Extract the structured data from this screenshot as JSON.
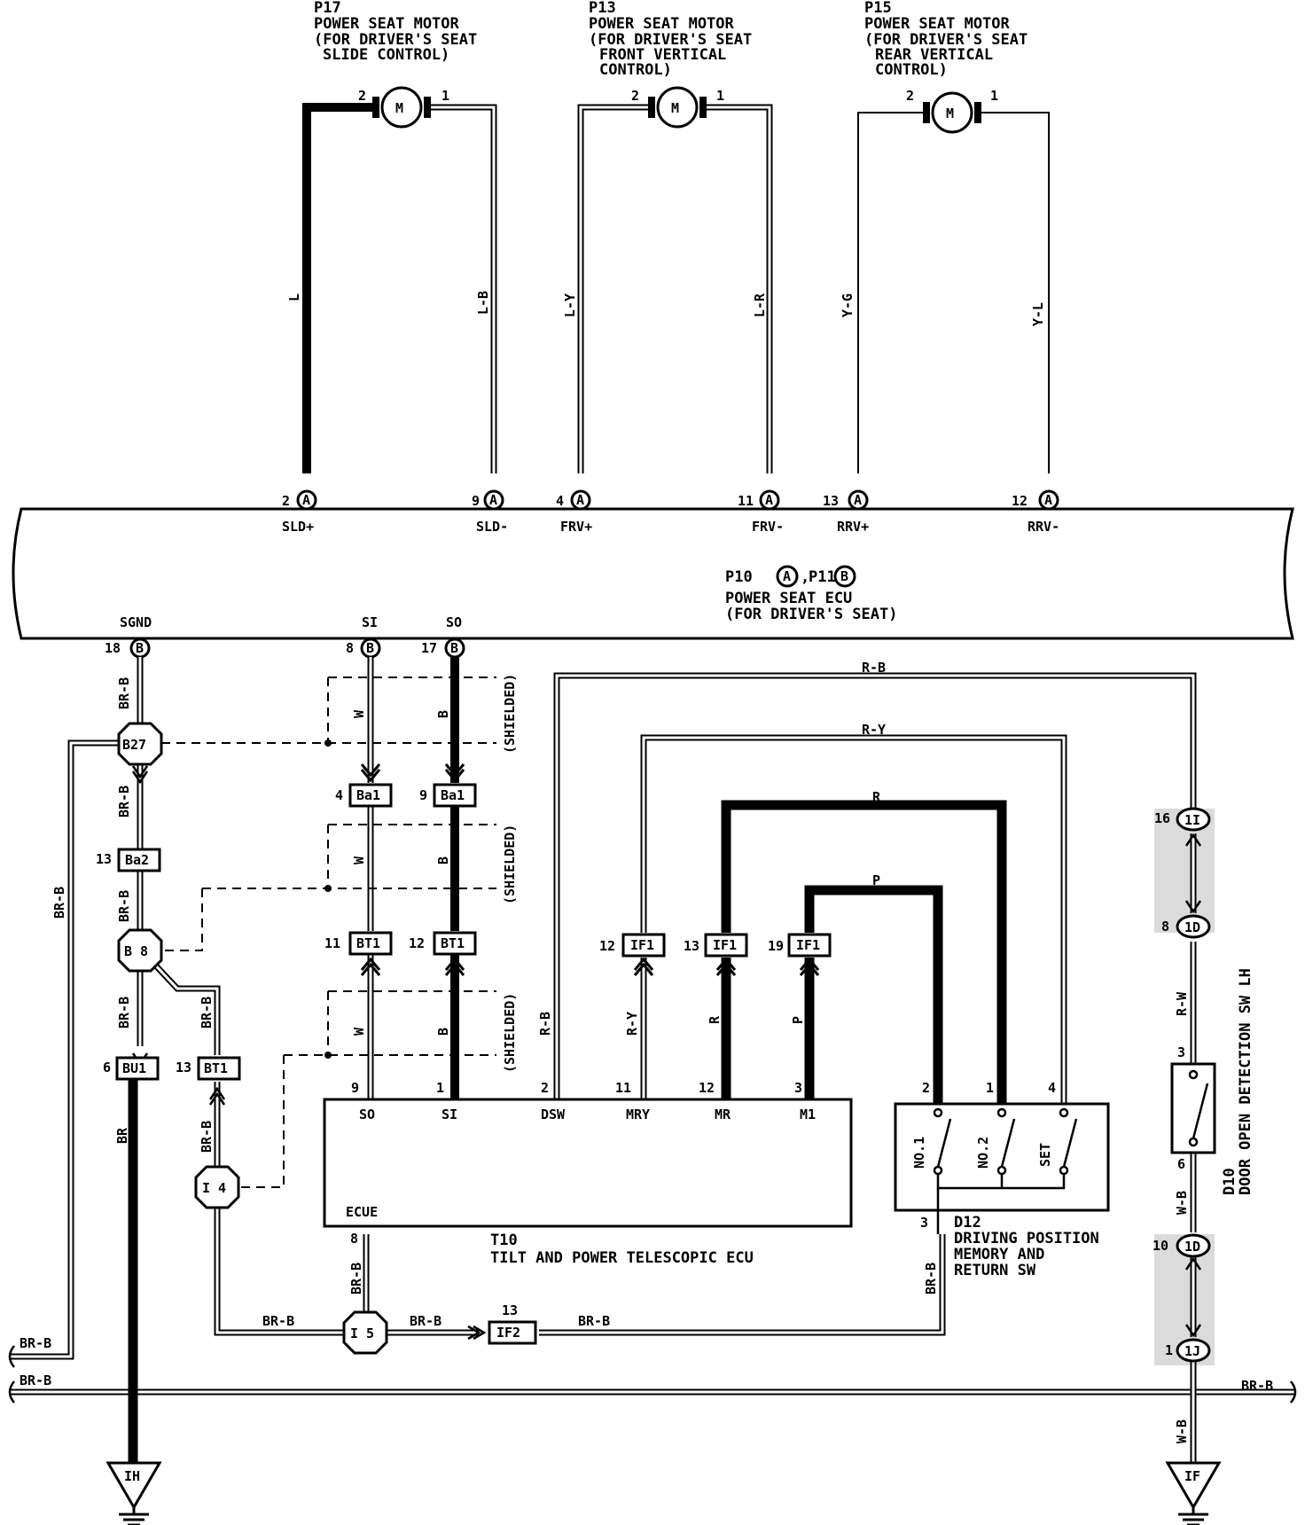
{
  "motors": [
    {
      "id": "P17",
      "name": "POWER SEAT MOTOR",
      "desc": [
        "(FOR DRIVER'S SEAT",
        "SLIDE CONTROL)"
      ],
      "symbol": "M",
      "pin_left": "2",
      "pin_right": "1",
      "wire_left": "L",
      "wire_right": "L-B",
      "ecu_pin_left": "2",
      "ecu_pin_right": "9",
      "ecu_conn": "A",
      "term_left": "SLD+",
      "term_right": "SLD-"
    },
    {
      "id": "P13",
      "name": "POWER SEAT MOTOR",
      "desc": [
        "(FOR DRIVER'S SEAT",
        "FRONT VERTICAL",
        "CONTROL)"
      ],
      "symbol": "M",
      "pin_left": "2",
      "pin_right": "1",
      "wire_left": "L-Y",
      "wire_right": "L-R",
      "ecu_pin_left": "4",
      "ecu_pin_right": "11",
      "ecu_conn": "A",
      "term_left": "FRV+",
      "term_right": "FRV-"
    },
    {
      "id": "P15",
      "name": "POWER SEAT MOTOR",
      "desc": [
        "(FOR DRIVER'S SEAT",
        "REAR VERTICAL",
        "CONTROL)"
      ],
      "symbol": "M",
      "pin_left": "2",
      "pin_right": "1",
      "wire_left": "Y-G",
      "wire_right": "Y-L",
      "ecu_pin_left": "13",
      "ecu_pin_right": "12",
      "ecu_conn": "A",
      "term_left": "RRV+",
      "term_right": "RRV-"
    }
  ],
  "seat_ecu": {
    "connectors": "P10 A, P11 B",
    "id_a": "P10",
    "conn_a": "A",
    "id_b": "P11",
    "conn_b": "B",
    "name": "POWER SEAT ECU",
    "desc": "(FOR DRIVER'S SEAT)",
    "pins_bottom": [
      {
        "term": "SGND",
        "pin": "18",
        "conn": "B"
      },
      {
        "term": "SI",
        "pin": "8",
        "conn": "B"
      },
      {
        "term": "SO",
        "pin": "17",
        "conn": "B"
      }
    ]
  },
  "wires": {
    "sgnd": "BR-B",
    "si": "W",
    "so": "B",
    "dsw": "R-B",
    "mry": "R-Y",
    "mr": "R",
    "m1": "P",
    "ground": "BR-B",
    "door_top": "R-W",
    "door_bottom": "W-B",
    "door_gnd": "W-B",
    "shielded": "(SHIELDED)"
  },
  "connectors": [
    {
      "pin": "4",
      "name": "Ba1"
    },
    {
      "pin": "9",
      "name": "Ba1"
    },
    {
      "pin": "13",
      "name": "Ba2"
    },
    {
      "pin": "11",
      "name": "BT1"
    },
    {
      "pin": "12",
      "name": "BT1"
    },
    {
      "pin": "6",
      "name": "BU1"
    },
    {
      "pin": "13",
      "name": "BT1"
    },
    {
      "pin": "12",
      "name": "IF1"
    },
    {
      "pin": "13",
      "name": "IF1"
    },
    {
      "pin": "19",
      "name": "IF1"
    },
    {
      "pin": "13",
      "name": "IF2"
    },
    {
      "pin": "16",
      "name": "1I"
    },
    {
      "pin": "8",
      "name": "1D"
    },
    {
      "pin": "10",
      "name": "1D"
    },
    {
      "pin": "1",
      "name": "1J"
    }
  ],
  "junctions": [
    "B27",
    "B 8",
    "I 4",
    "I 5"
  ],
  "tilt_ecu": {
    "id": "T10",
    "name": "TILT AND POWER TELESCOPIC ECU",
    "inner": "ECUE",
    "pins": [
      {
        "pin": "9",
        "term": "SO"
      },
      {
        "pin": "1",
        "term": "SI"
      },
      {
        "pin": "2",
        "term": "DSW"
      },
      {
        "pin": "11",
        "term": "MRY"
      },
      {
        "pin": "12",
        "term": "MR"
      },
      {
        "pin": "3",
        "term": "M1"
      }
    ],
    "gnd_pin": "8"
  },
  "memory_sw": {
    "id": "D12",
    "name": [
      "DRIVING POSITION",
      "MEMORY AND",
      "RETURN SW"
    ],
    "pins": [
      "2",
      "1",
      "4"
    ],
    "gnd_pin": "3",
    "switches": [
      "NO.1",
      "NO.2",
      "SET"
    ]
  },
  "door_sw": {
    "id": "D10",
    "name": "DOOR OPEN DETECTION SW LH",
    "pin_top": "3",
    "pin_bottom": "6"
  },
  "grounds": [
    "IH",
    "IF"
  ]
}
